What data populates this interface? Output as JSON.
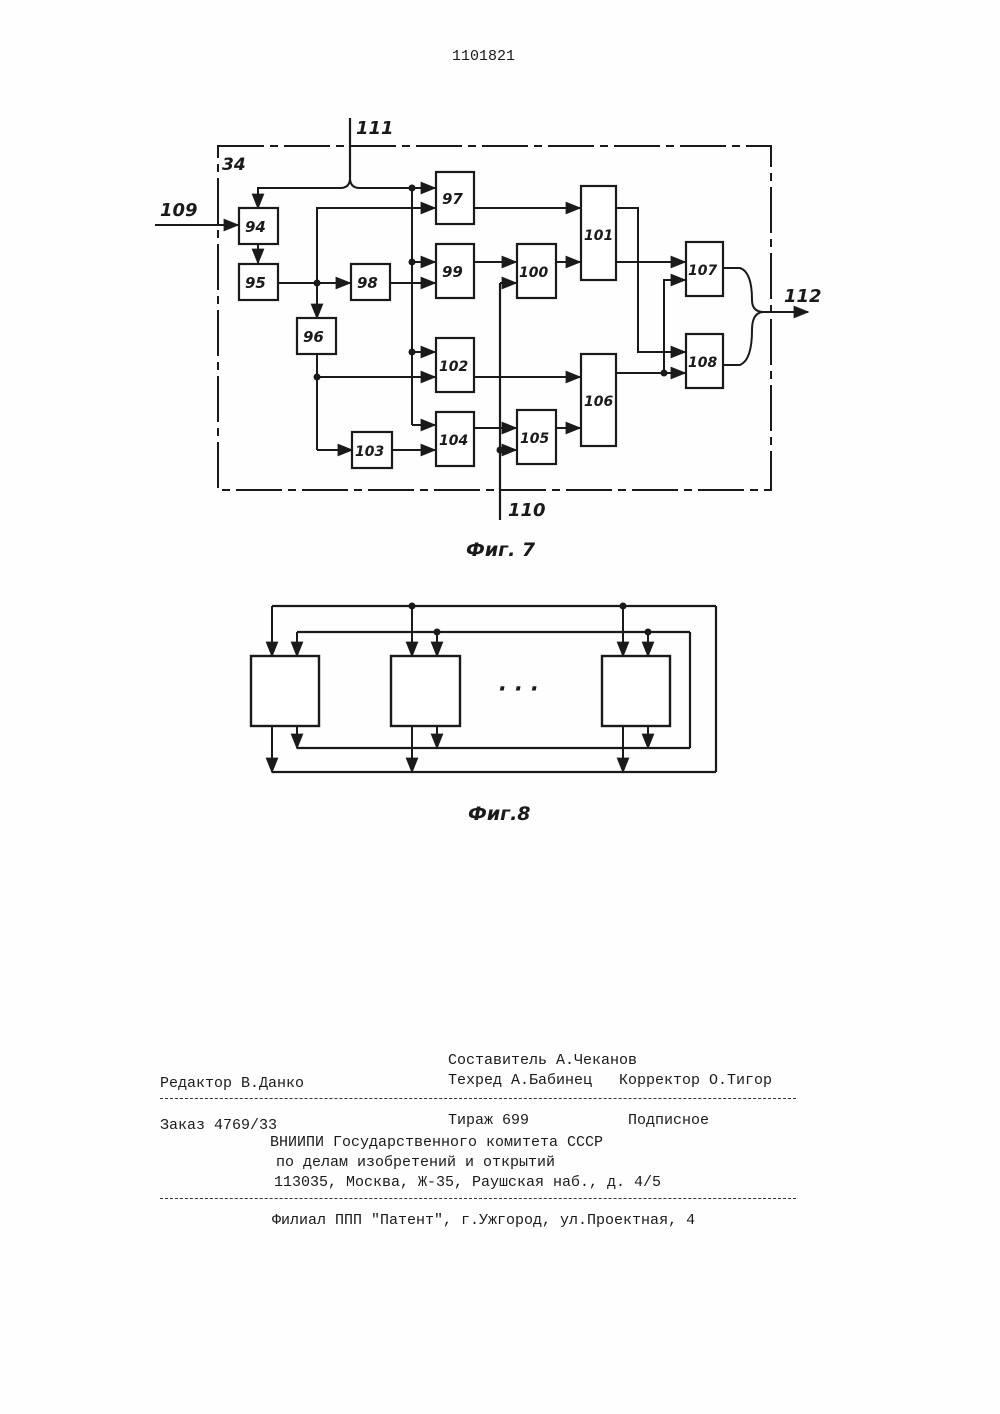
{
  "header": {
    "patent_number": "1101821"
  },
  "fig7": {
    "caption": "Фиг. 7",
    "block_label": "34",
    "input_labels": {
      "in_109": "109",
      "in_111": "111",
      "in_110": "110"
    },
    "output_label": "112",
    "blocks": {
      "b94": "94",
      "b95": "95",
      "b96": "96",
      "b97": "97",
      "b98": "98",
      "b99": "99",
      "b100": "100",
      "b101": "101",
      "b102": "102",
      "b103": "103",
      "b104": "104",
      "b105": "105",
      "b106": "106",
      "b107": "107",
      "b108": "108"
    }
  },
  "fig8": {
    "caption": "Фиг.8",
    "ellipsis": "· · ·"
  },
  "colophon": {
    "compiler": "Составитель А.Чеканов",
    "editor": "Редактор В.Данко",
    "techred_corrector": "Техред А.Бабинец   Корректор О.Тигор",
    "order": "Заказ 4769/33",
    "circulation": "Тираж 699",
    "subscription": "Подписное",
    "org_line1": "ВНИИПИ Государственного комитета СССР",
    "org_line2": "по делам изобретений и открытий",
    "org_address": "113035, Москва, Ж-35, Раушская наб., д. 4/5",
    "branch": "Филиал ППП \"Патент\", г.Ужгород, ул.Проектная, 4"
  }
}
